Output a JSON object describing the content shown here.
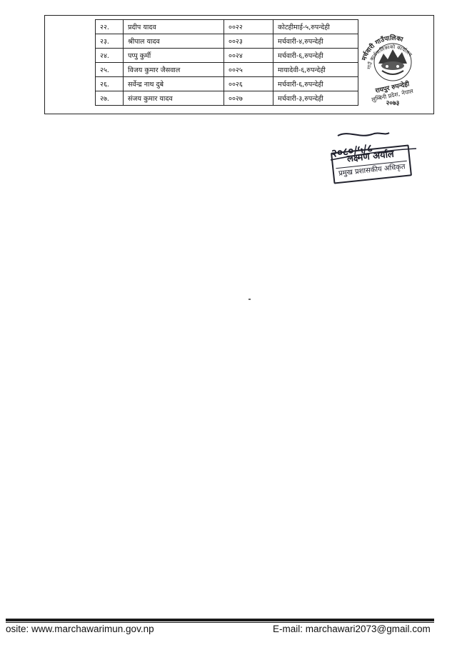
{
  "table": {
    "rows": [
      {
        "sn": "२२.",
        "name": "प्रदीप यादव",
        "code": "००२२",
        "address": "कोटहीमाई-५,रुपन्देही"
      },
      {
        "sn": "२३.",
        "name": "श्रीपाल यादव",
        "code": "००२३",
        "address": "मर्चवारी-४,रुपन्देही"
      },
      {
        "sn": "२४.",
        "name": "पप्पु कुर्मी",
        "code": "००२४",
        "address": "मर्चवारी-६,रुपन्देही"
      },
      {
        "sn": "२५.",
        "name": "विजय कुमार जैसवाल",
        "code": "००२५",
        "address": "मायादेवी-६,रुपन्देही"
      },
      {
        "sn": "२६.",
        "name": "सर्वेन्द्र नाथ दुबे",
        "code": "००२६",
        "address": "मर्चवारी-६,रुपन्देही"
      },
      {
        "sn": "२७.",
        "name": "संजय कुमार यादव",
        "code": "००२७",
        "address": "मर्चवारी-३,रुपन्देही"
      }
    ]
  },
  "seal": {
    "line1": "मर्चवारी गाउँपालिका",
    "line2": "गाउँ कार्यपालिकाको कार्यालय",
    "line3": "रायपुर रुपन्देही",
    "line4": "लुम्बिनी प्रदेश, नेपाल",
    "line5": "२०७३"
  },
  "signature": {
    "scrawl": "२०८०/५/८",
    "name": "लक्ष्मण अर्याल",
    "title": "प्रमुख प्रशासकीय अधिकृत"
  },
  "footer": {
    "website": "osite: www.marchawarimun.gov.np",
    "email": "E-mail: marchawari2073@gmail.com"
  },
  "colors": {
    "ink": "#111111",
    "stamp": "#22232e",
    "paper": "#ffffff"
  }
}
